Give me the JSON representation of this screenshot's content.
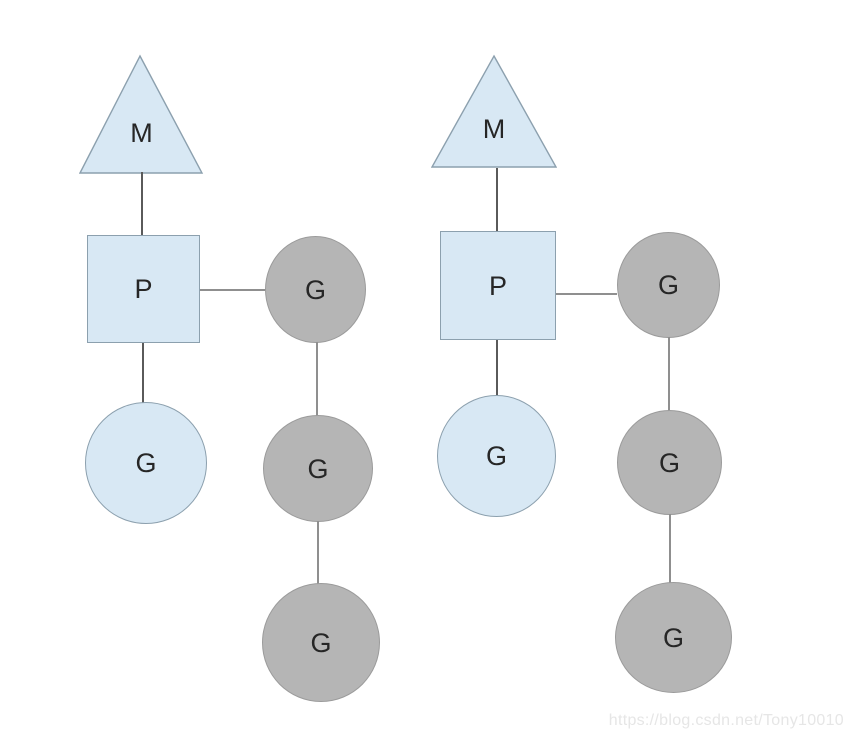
{
  "colors": {
    "blue_fill": "#D8E8F4",
    "blue_stroke": "#8CA0AE",
    "gray_fill": "#B5B5B5",
    "gray_stroke": "#9B9B9B",
    "connector_dark": "#5A5A5A",
    "connector_light": "#8F8F8F",
    "label_color": "#262626",
    "background": "#FFFFFF",
    "watermark_color": "#E6E6E6"
  },
  "left_pedigree": {
    "mother_label": "M",
    "father_label": "P",
    "blue_child_label": "G",
    "gray_circle_1_label": "G",
    "gray_circle_2_label": "G",
    "gray_circle_3_label": "G"
  },
  "right_pedigree": {
    "mother_label": "M",
    "father_label": "P",
    "blue_child_label": "G",
    "gray_circle_1_label": "G",
    "gray_circle_2_label": "G",
    "gray_circle_3_label": "G"
  },
  "watermark": {
    "text": "https://blog.csdn.net/Tony10010"
  }
}
